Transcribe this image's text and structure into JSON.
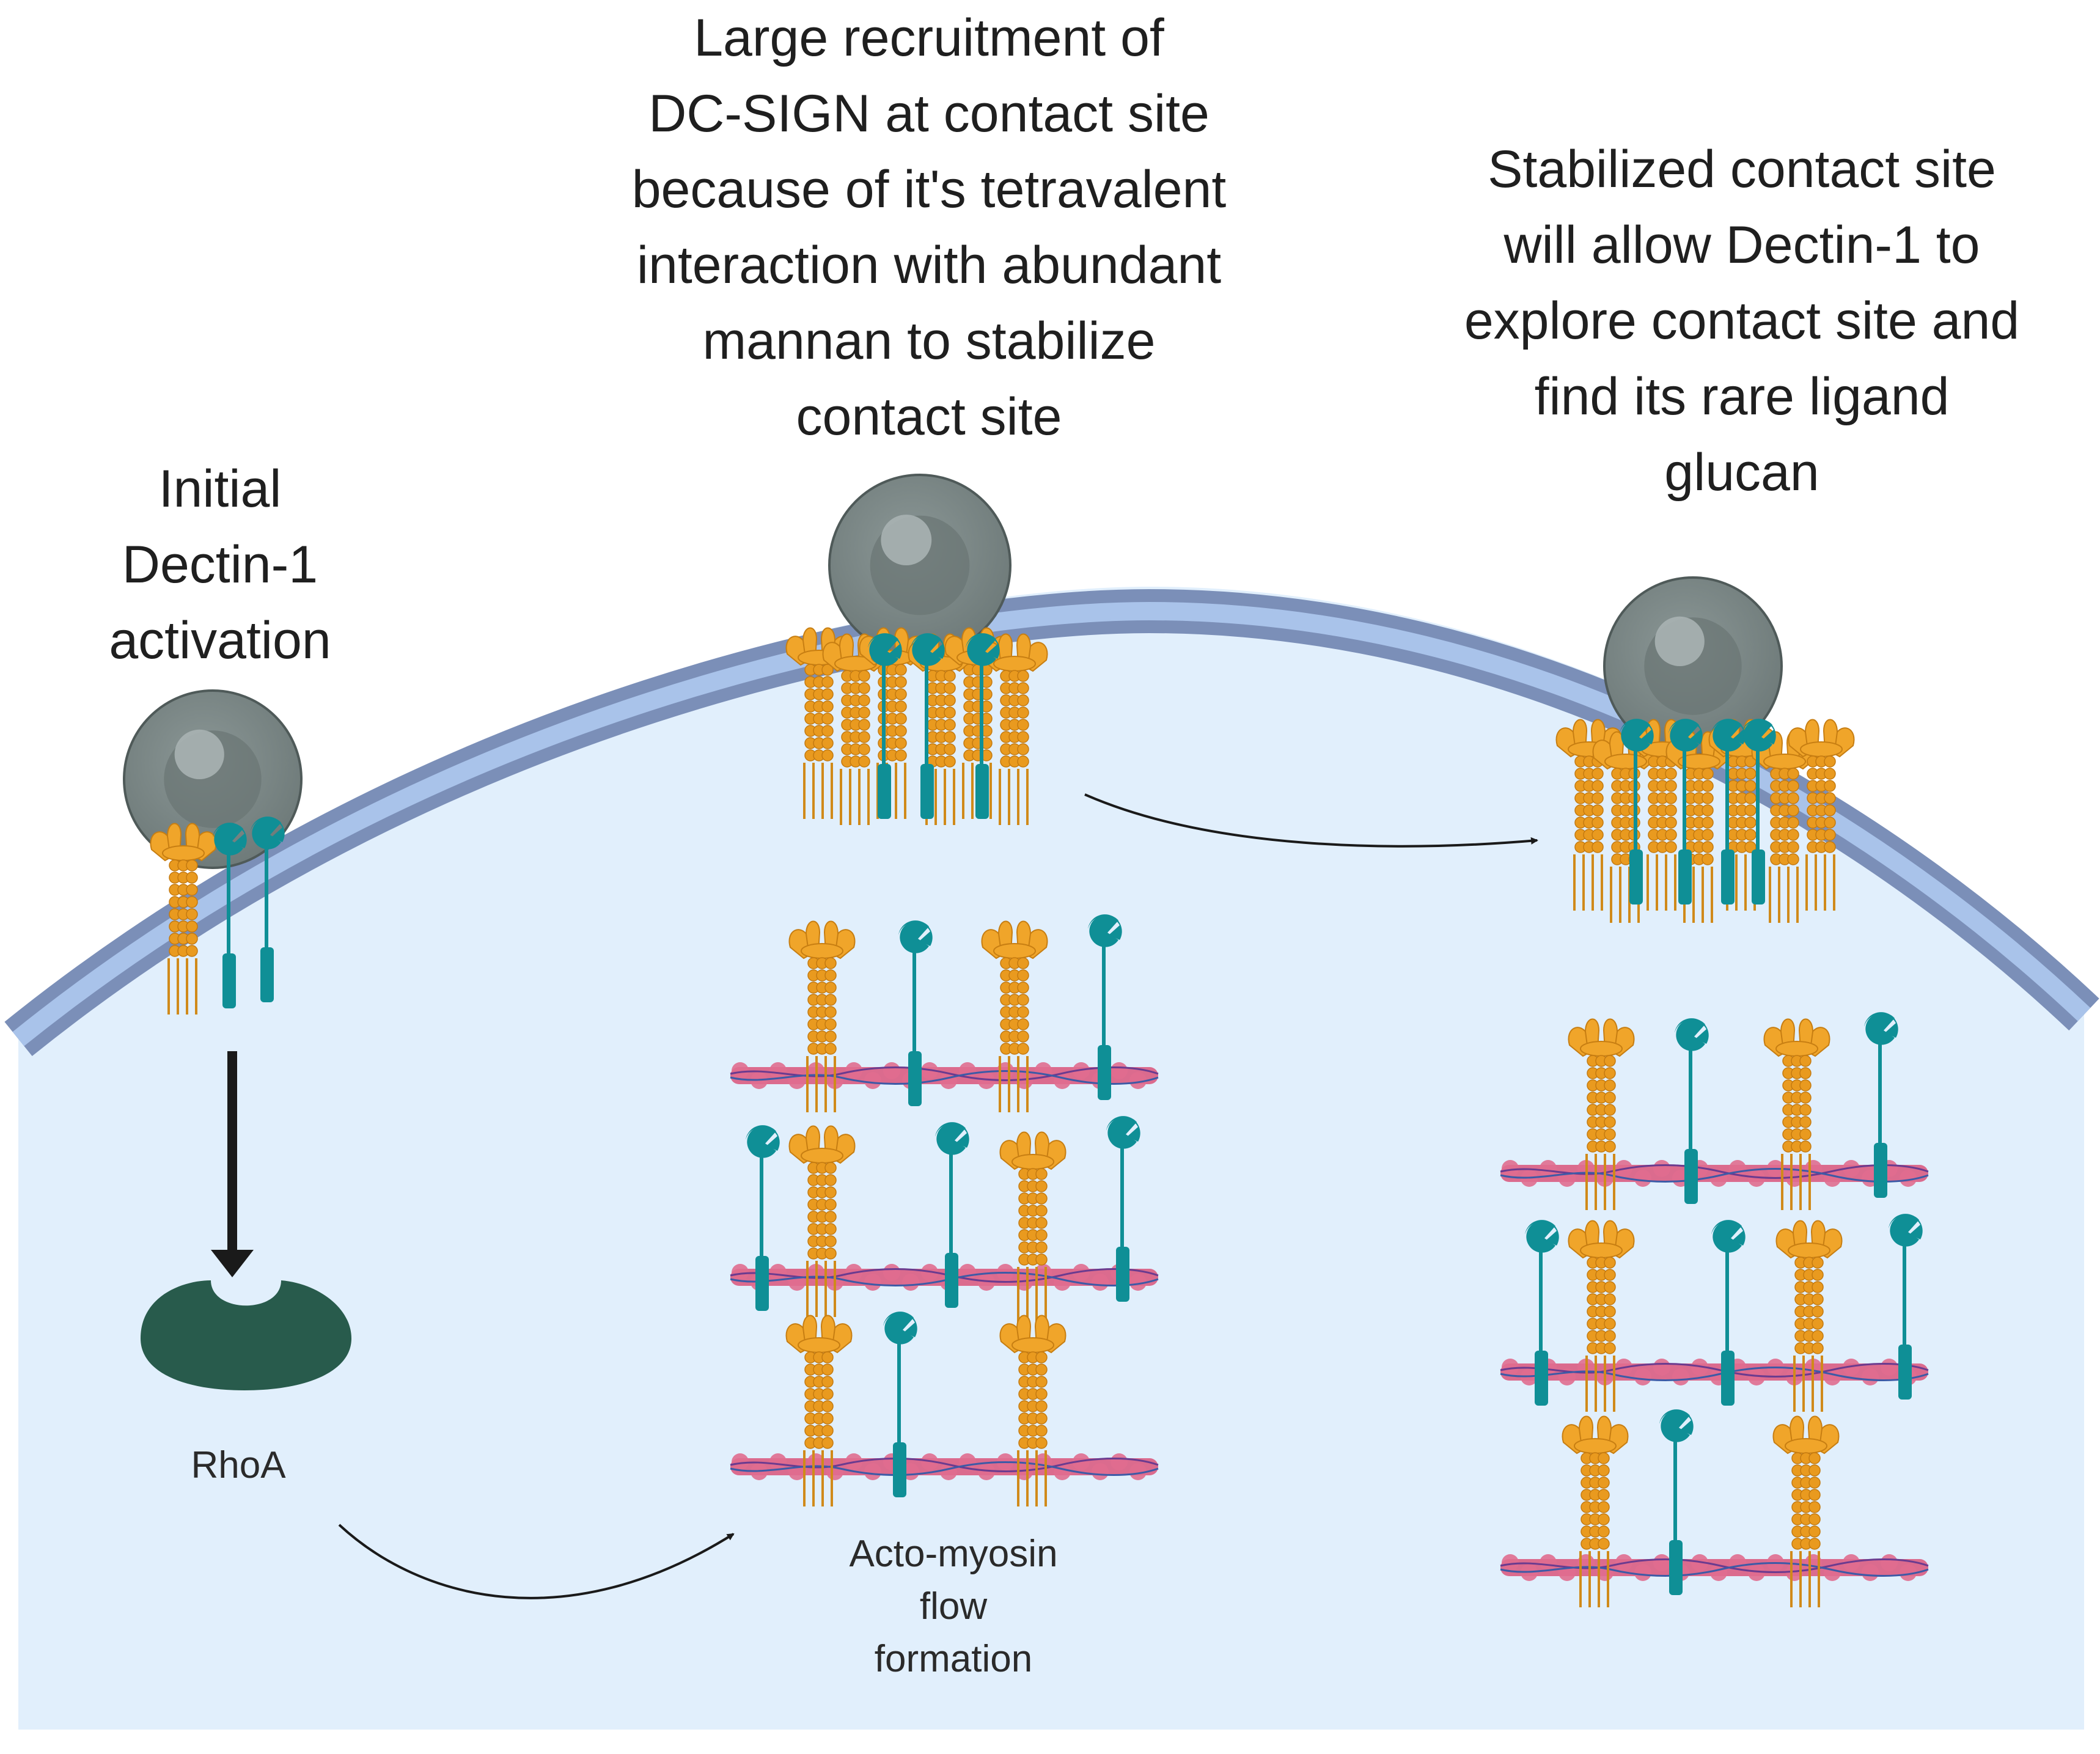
{
  "captions": {
    "initial": [
      "Initial",
      "Dectin-1",
      "activation"
    ],
    "recruitment": [
      "Large recruitment of",
      "DC-SIGN at contact site",
      "because of it's tetravalent",
      "interaction with abundant",
      "mannan to stabilize",
      "contact site"
    ],
    "stabilized": [
      "Stabilized contact site",
      "will allow Dectin-1 to",
      "explore contact site and",
      "find its rare ligand",
      "glucan"
    ]
  },
  "labels": {
    "rhoa": "RhoA",
    "actomyosin": [
      "Acto-myosin",
      "flow",
      "formation"
    ]
  },
  "colors": {
    "cytoplasm": "#e1effc",
    "membrane_outer": "#7b8fb8",
    "membrane_inner": "#a9c3ea",
    "particle": "#7d8988",
    "dcsign": "#f0a52a",
    "dectin": "#0f8f96",
    "rhoa": "#285b4c",
    "actin": "#d9537a"
  }
}
